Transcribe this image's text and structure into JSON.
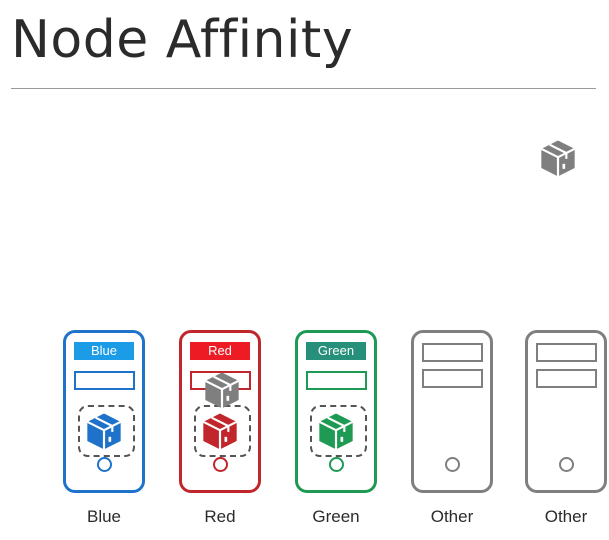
{
  "slide": {
    "title": "Node Affinity"
  },
  "nodes": [
    {
      "label": "Blue",
      "tag": "Blue",
      "color": "#1f72c9",
      "tag_color": "#1c9ce6",
      "pod": "blue-cube-icon"
    },
    {
      "label": "Red",
      "tag": "Red",
      "color": "#c0262b",
      "tag_color": "#ed1c24",
      "pod": "red-cube-icon"
    },
    {
      "label": "Green",
      "tag": "Green",
      "color": "#1e9a54",
      "tag_color": "#27907a",
      "pod": "green-cube-icon"
    },
    {
      "label": "Other",
      "tag": "",
      "color": "#7f7f7f",
      "tag_color": "",
      "pod": ""
    },
    {
      "label": "Other",
      "tag": "",
      "color": "#7f7f7f",
      "tag_color": "",
      "pod": ""
    }
  ],
  "cube_colors": {
    "blue": "#1f72c9",
    "red": "#d62020",
    "green": "#3b7c48",
    "gray": "#7f7f7f"
  },
  "icons": {
    "unscheduled_pod": "gray-cube-icon",
    "moving_pod": "gray-cube-icon"
  }
}
